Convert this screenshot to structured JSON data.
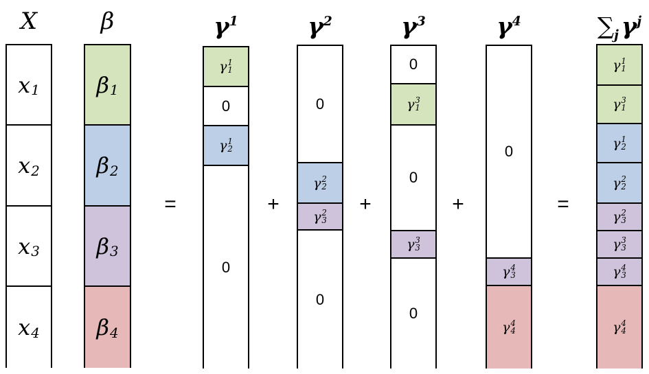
{
  "colors": {
    "green": "#d6e4bd",
    "blue": "#bccfe6",
    "purple": "#cfc3dc",
    "red": "#e6b9b8",
    "white": "#ffffff"
  },
  "columns": [
    {
      "id": "X",
      "header": {
        "base": "X",
        "sup": "",
        "sum": false,
        "bold": false
      },
      "cells": [
        {
          "kind": "var",
          "base": "x",
          "sub": "1",
          "sup": "",
          "color": "white"
        },
        {
          "kind": "var",
          "base": "x",
          "sub": "2",
          "sup": "",
          "color": "white"
        },
        {
          "kind": "var",
          "base": "x",
          "sub": "3",
          "sup": "",
          "color": "white"
        },
        {
          "kind": "var",
          "base": "x",
          "sub": "4",
          "sup": "",
          "color": "white"
        }
      ]
    },
    {
      "id": "beta",
      "header": {
        "base": "β",
        "sup": "",
        "sum": false,
        "bold": false
      },
      "cells": [
        {
          "kind": "var",
          "base": "β",
          "sub": "1",
          "sup": "",
          "color": "green"
        },
        {
          "kind": "var",
          "base": "β",
          "sub": "2",
          "sup": "",
          "color": "blue"
        },
        {
          "kind": "var",
          "base": "β",
          "sub": "3",
          "sup": "",
          "color": "purple"
        },
        {
          "kind": "var",
          "base": "β",
          "sub": "4",
          "sup": "",
          "color": "red"
        }
      ]
    },
    {
      "id": "gamma1",
      "header": {
        "base": "γ",
        "sup": "1",
        "sum": false,
        "bold": true
      },
      "cells": [
        {
          "kind": "var",
          "base": "γ",
          "sub": "1",
          "sup": "1",
          "color": "green"
        },
        {
          "kind": "zero",
          "text": "0",
          "color": "white"
        },
        {
          "kind": "var",
          "base": "γ",
          "sub": "2",
          "sup": "1",
          "color": "blue"
        },
        {
          "kind": "zero",
          "text": "0",
          "color": "white"
        }
      ]
    },
    {
      "id": "gamma2",
      "header": {
        "base": "γ",
        "sup": "2",
        "sum": false,
        "bold": true
      },
      "cells": [
        {
          "kind": "zero",
          "text": "0",
          "color": "white"
        },
        {
          "kind": "var",
          "base": "γ",
          "sub": "2",
          "sup": "2",
          "color": "blue"
        },
        {
          "kind": "var",
          "base": "γ",
          "sub": "3",
          "sup": "2",
          "color": "purple"
        },
        {
          "kind": "zero",
          "text": "0",
          "color": "white"
        }
      ]
    },
    {
      "id": "gamma3",
      "header": {
        "base": "γ",
        "sup": "3",
        "sum": false,
        "bold": true
      },
      "cells": [
        {
          "kind": "zero",
          "text": "0",
          "color": "white"
        },
        {
          "kind": "var",
          "base": "γ",
          "sub": "1",
          "sup": "3",
          "color": "green"
        },
        {
          "kind": "zero",
          "text": "0",
          "color": "white"
        },
        {
          "kind": "var",
          "base": "γ",
          "sub": "3",
          "sup": "3",
          "color": "purple"
        },
        {
          "kind": "zero",
          "text": "0",
          "color": "white"
        }
      ]
    },
    {
      "id": "gamma4",
      "header": {
        "base": "γ",
        "sup": "4",
        "sum": false,
        "bold": true
      },
      "cells": [
        {
          "kind": "zero",
          "text": "0",
          "color": "white"
        },
        {
          "kind": "var",
          "base": "γ",
          "sub": "3",
          "sup": "4",
          "color": "purple"
        },
        {
          "kind": "var",
          "base": "γ",
          "sub": "4",
          "sup": "4",
          "color": "red"
        }
      ]
    },
    {
      "id": "sum",
      "header": {
        "base": "γ",
        "sup": "j",
        "sum": true,
        "sum_symbol": "∑",
        "sum_index": "j",
        "bold": true
      },
      "cells": [
        {
          "kind": "var",
          "base": "γ",
          "sub": "1",
          "sup": "1",
          "color": "green"
        },
        {
          "kind": "var",
          "base": "γ",
          "sub": "1",
          "sup": "3",
          "color": "green"
        },
        {
          "kind": "var",
          "base": "γ",
          "sub": "2",
          "sup": "1",
          "color": "blue"
        },
        {
          "kind": "var",
          "base": "γ",
          "sub": "2",
          "sup": "2",
          "color": "blue"
        },
        {
          "kind": "var",
          "base": "γ",
          "sub": "3",
          "sup": "2",
          "color": "purple"
        },
        {
          "kind": "var",
          "base": "γ",
          "sub": "3",
          "sup": "3",
          "color": "purple"
        },
        {
          "kind": "var",
          "base": "γ",
          "sub": "3",
          "sup": "4",
          "color": "purple"
        },
        {
          "kind": "var",
          "base": "γ",
          "sub": "4",
          "sup": "4",
          "color": "red"
        }
      ]
    }
  ],
  "operators": [
    "=",
    "+",
    "+",
    "+",
    "="
  ]
}
